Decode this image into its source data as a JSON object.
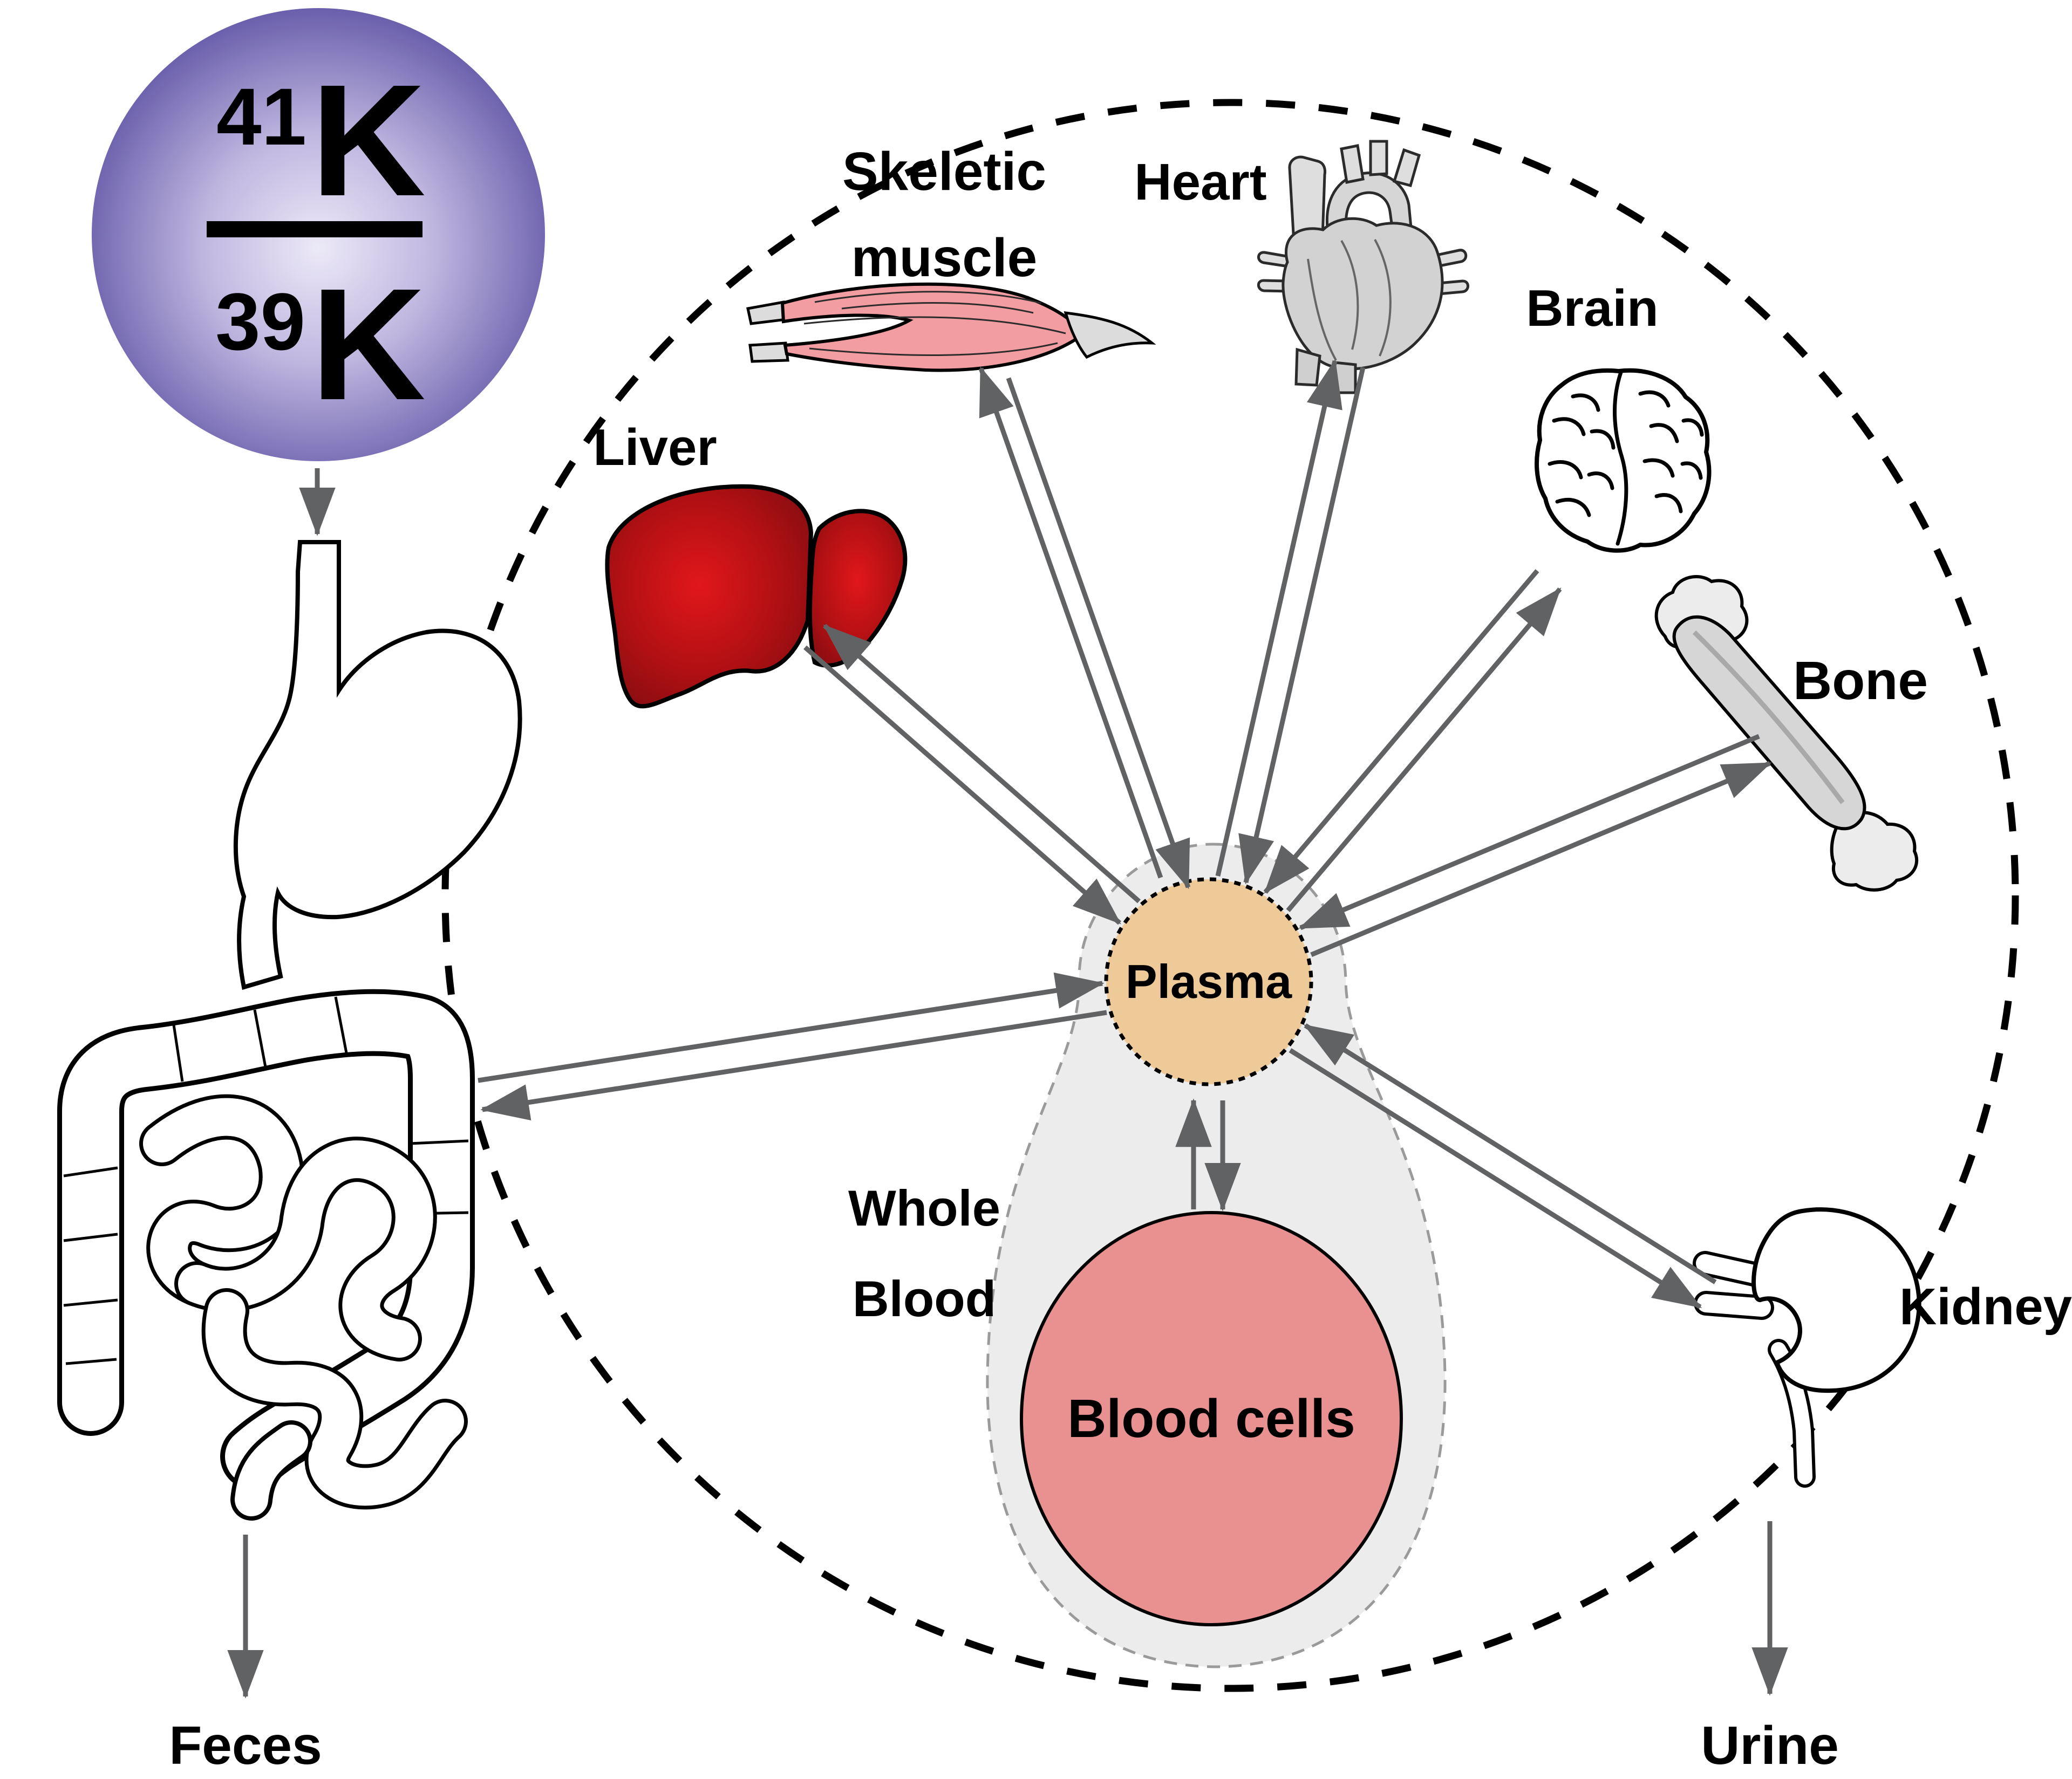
{
  "tracer_sphere": {
    "numerator_mass": "41",
    "numerator_symbol": "K",
    "denominator_mass": "39",
    "denominator_symbol": "K",
    "color_center": "#ece9f7",
    "color_edge": "#3a3092"
  },
  "organs": {
    "skeletal_muscle": {
      "label_line1": "Skeletic",
      "label_line2": "muscle",
      "fill": "#f29da1",
      "tendon_fill": "#dcdcdc"
    },
    "heart": {
      "label": "Heart",
      "fill": "#d2d2d2"
    },
    "brain": {
      "label": "Brain"
    },
    "bone": {
      "label": "Bone",
      "fill": "#d6d6d6"
    },
    "liver": {
      "label": "Liver",
      "fill_center": "#e1171b",
      "fill_edge": "#7c0c10"
    },
    "kidney": {
      "label": "Kidney"
    }
  },
  "blood": {
    "whole_blood_label_line1": "Whole",
    "whole_blood_label_line2": "Blood",
    "whole_blood_fill": "#ececec",
    "whole_blood_border": "#9a9a9a",
    "plasma_label": "Plasma",
    "plasma_fill": "#edca97",
    "blood_cells_label": "Blood cells",
    "blood_cells_fill": "#e89190"
  },
  "excretion": {
    "feces_label": "Feces",
    "urine_label": "Urine"
  },
  "style": {
    "arrow_color": "#616264",
    "boundary_dash_color": "#000000",
    "background": "#ffffff"
  }
}
